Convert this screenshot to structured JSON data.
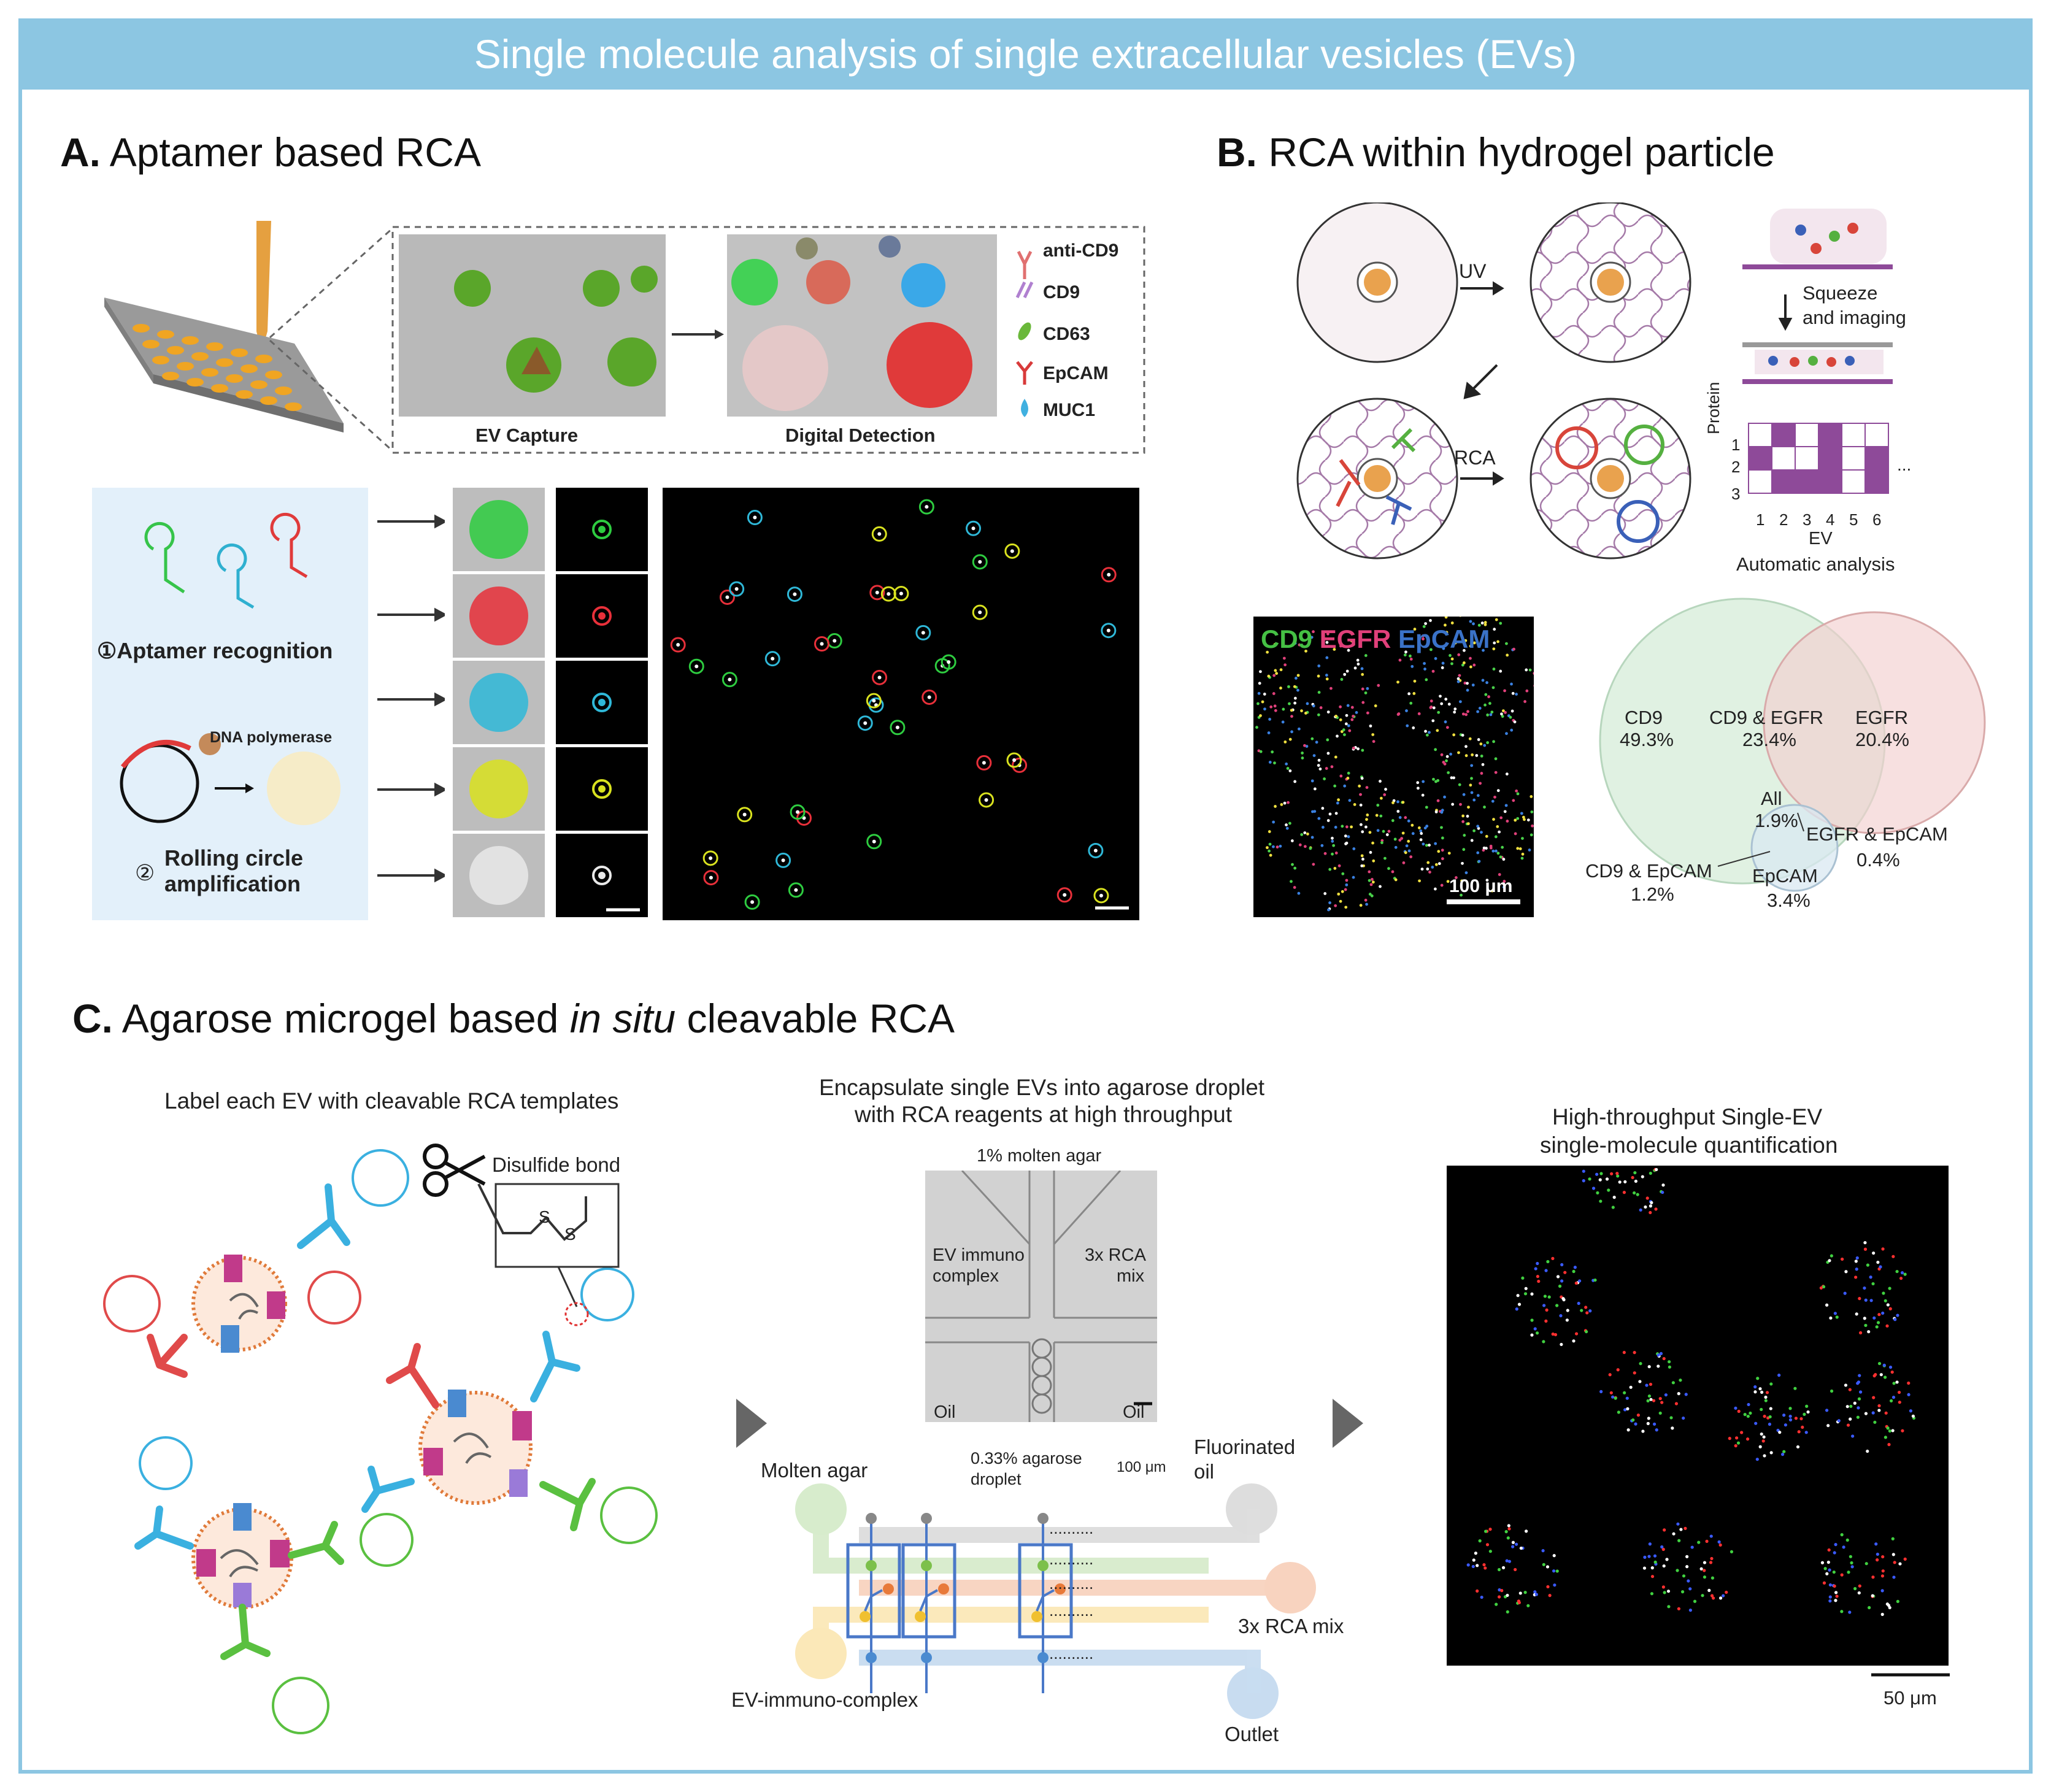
{
  "banner": {
    "title": "Single molecule analysis of single extracellular vesicles (EVs)"
  },
  "panelA": {
    "letter": "A.",
    "title": "Aptamer based RCA",
    "ev_capture": "EV Capture",
    "digital_detection": "Digital Detection",
    "legend": [
      "anti-CD9",
      "CD9",
      "CD63",
      "EpCAM",
      "MUC1"
    ],
    "step1": "①Aptamer recognition",
    "dna_pol": "DNA polymerase",
    "step2_num": "②",
    "step2_l1": "Rolling circle",
    "step2_l2": "amplification",
    "colors": {
      "green": "#2ecc40",
      "red": "#e8303a",
      "cyan": "#2fb8d8",
      "yellow": "#d9e21f",
      "white": "#e9e9e9"
    }
  },
  "panelB": {
    "letter": "B.",
    "title": "RCA within hydrogel particle",
    "uv": "UV",
    "rca": "RCA",
    "squeeze_l1": "Squeeze",
    "squeeze_l2": "and imaging",
    "protein_axis": "Protein",
    "ev_axis": "EV",
    "auto": "Automatic analysis",
    "ellipsis": "...",
    "rows": [
      "1",
      "2",
      "3"
    ],
    "cols": [
      "1",
      "2",
      "3",
      "4",
      "5",
      "6"
    ],
    "grid": [
      [
        0,
        1,
        0,
        1,
        0,
        0
      ],
      [
        1,
        0,
        0,
        1,
        0,
        1
      ],
      [
        0,
        1,
        1,
        1,
        0,
        1
      ]
    ],
    "grid_color": "#8e4a99",
    "micro_label": {
      "cd9": "CD9",
      "egfr": "EGFR",
      "epcam": "EpCAM"
    },
    "scale": "100 μm",
    "venn": {
      "cd9": "CD9",
      "cd9_pct": "49.3%",
      "cd9_egfr": "CD9 & EGFR",
      "cd9_egfr_pct": "23.4%",
      "egfr": "EGFR",
      "egfr_pct": "20.4%",
      "all": "All",
      "all_pct": "1.9%",
      "egfr_epcam": "EGFR & EpCAM",
      "egfr_epcam_pct": "0.4%",
      "cd9_epcam": "CD9 & EpCAM",
      "cd9_epcam_pct": "1.2%",
      "epcam": "EpCAM",
      "epcam_pct": "3.4%"
    }
  },
  "panelC": {
    "letter": "C.",
    "title_pre": "Agarose microgel based ",
    "title_it": "in situ",
    "title_post": " cleavable RCA",
    "label_each": "Label each EV with cleavable RCA templates",
    "disulfide": "Disulfide bond",
    "s1": "S",
    "s2": "S",
    "encap_l1": "Encapsulate single EVs into agarose droplet",
    "encap_l2": "with RCA reagents at high throughput",
    "molten_1pct": "1% molten agar",
    "ev_immuno_l1": "EV immuno",
    "ev_immuno_l2": "complex",
    "rca_mix_l1": "3x RCA",
    "rca_mix_l2": "mix",
    "oil": "Oil",
    "agarose_l1": "0.33% agarose",
    "agarose_l2": "droplet",
    "scale_chip": "100 μm",
    "molten_agar": "Molten agar",
    "fluor_l1": "Fluorinated",
    "fluor_l2": "oil",
    "rca_mix_out": "3x RCA mix",
    "ev_complex": "EV-immuno-complex",
    "outlet": "Outlet",
    "dots": "..........",
    "ht_l1": "High-throughput Single-EV",
    "ht_l2": "single-molecule quantification",
    "scale_right": "50 μm"
  }
}
